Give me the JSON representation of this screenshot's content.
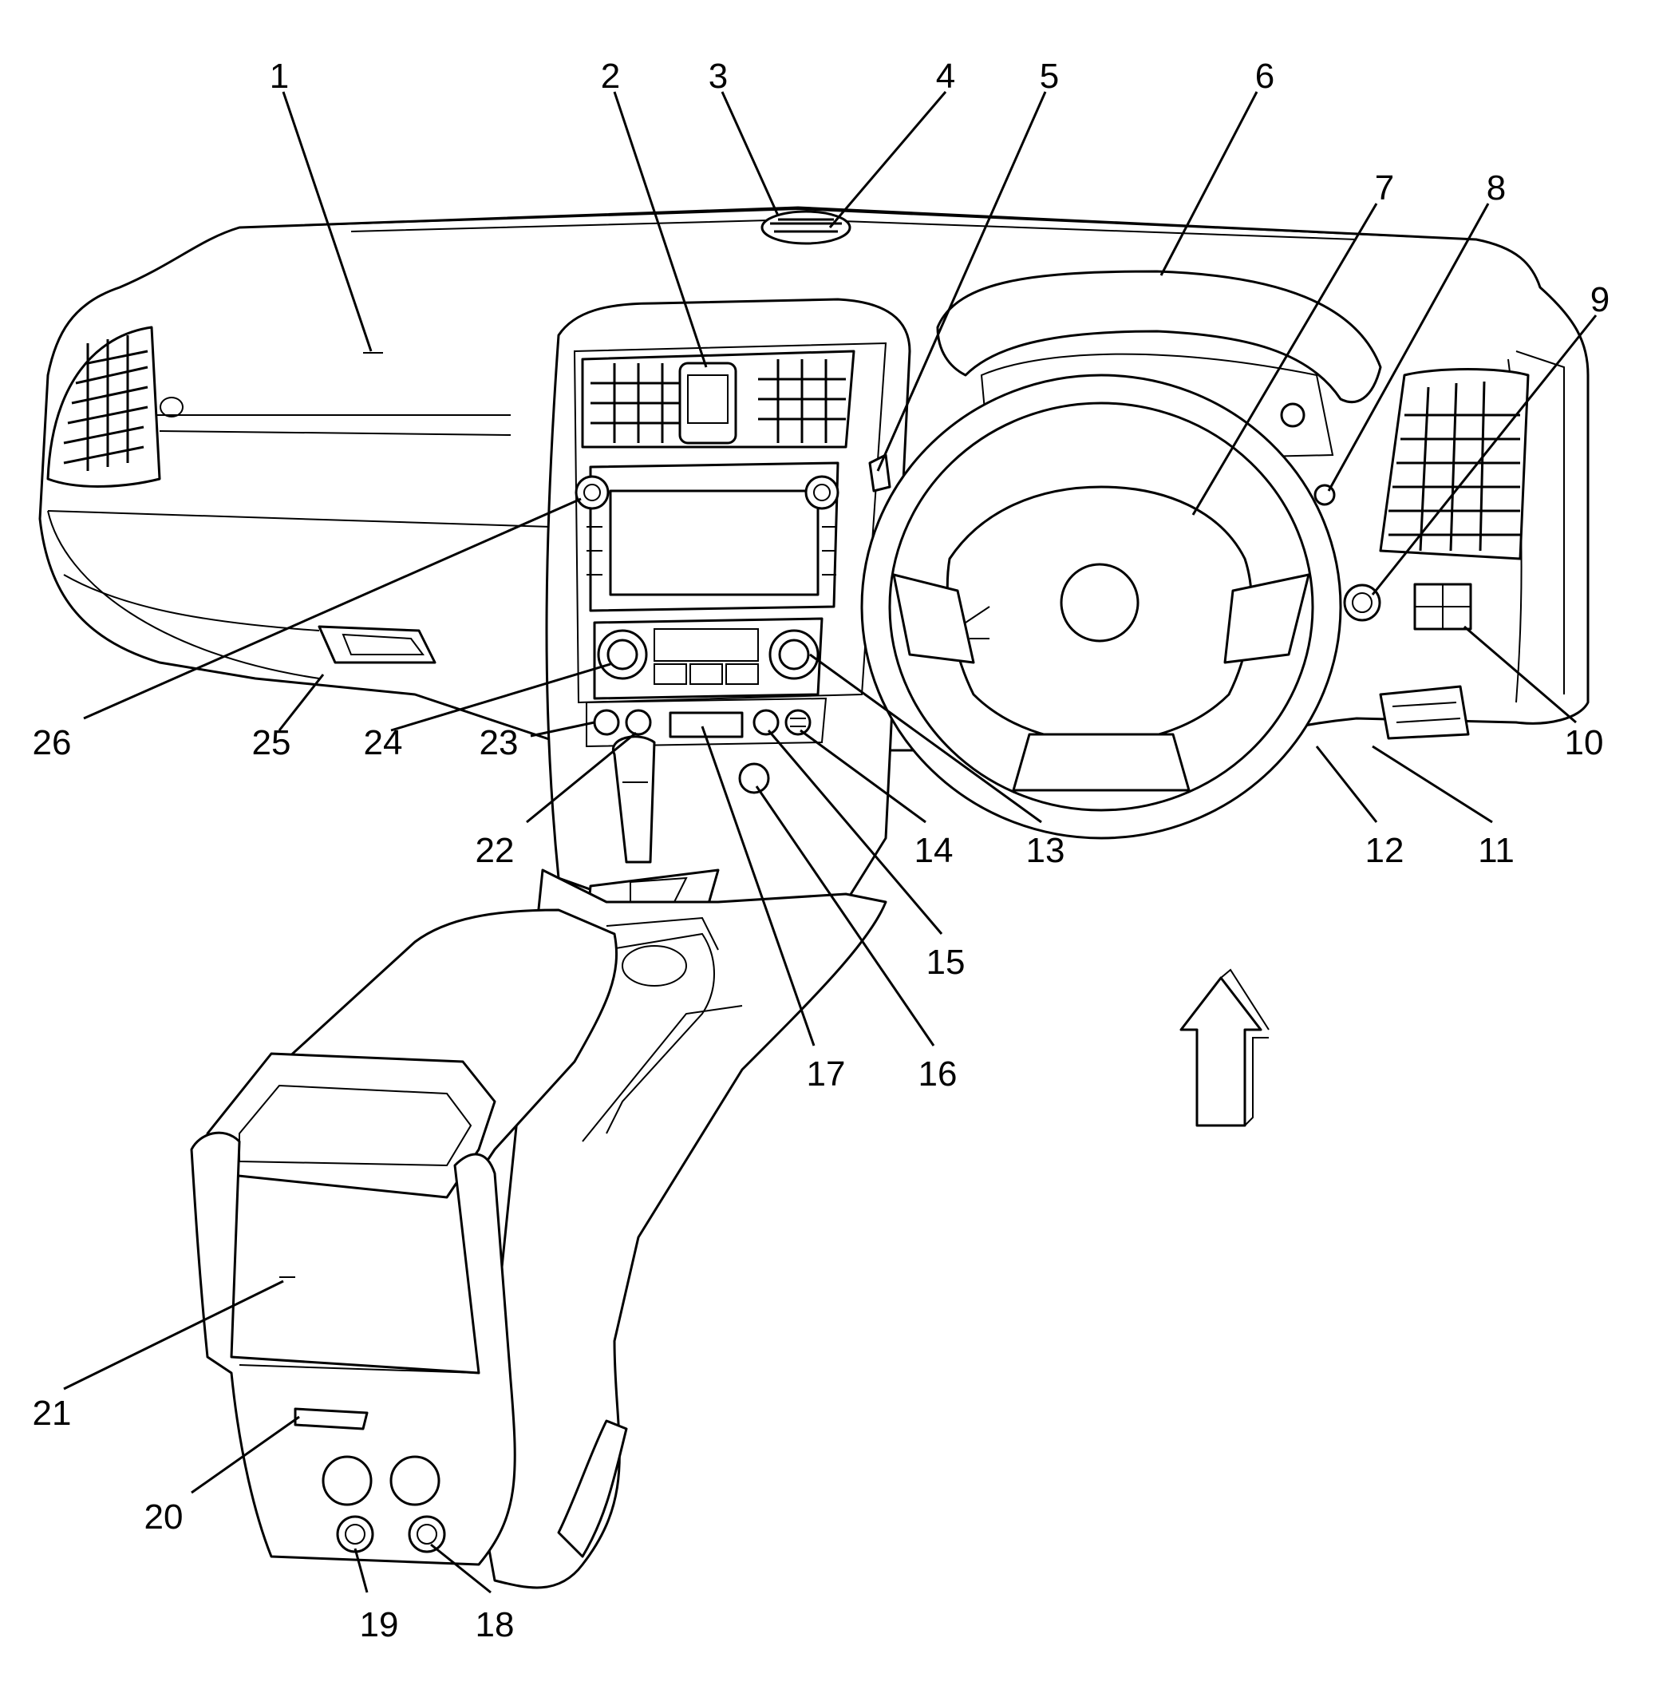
{
  "diagram": {
    "callouts": [
      "1",
      "2",
      "3",
      "4",
      "5",
      "6",
      "7",
      "8",
      "9",
      "10",
      "11",
      "12",
      "13",
      "14",
      "15",
      "16",
      "17",
      "18",
      "19",
      "20",
      "21",
      "22",
      "23",
      "24",
      "25",
      "26"
    ],
    "direction_indicator": "up-arrow",
    "line_color": "#000000",
    "background": "#ffffff"
  }
}
